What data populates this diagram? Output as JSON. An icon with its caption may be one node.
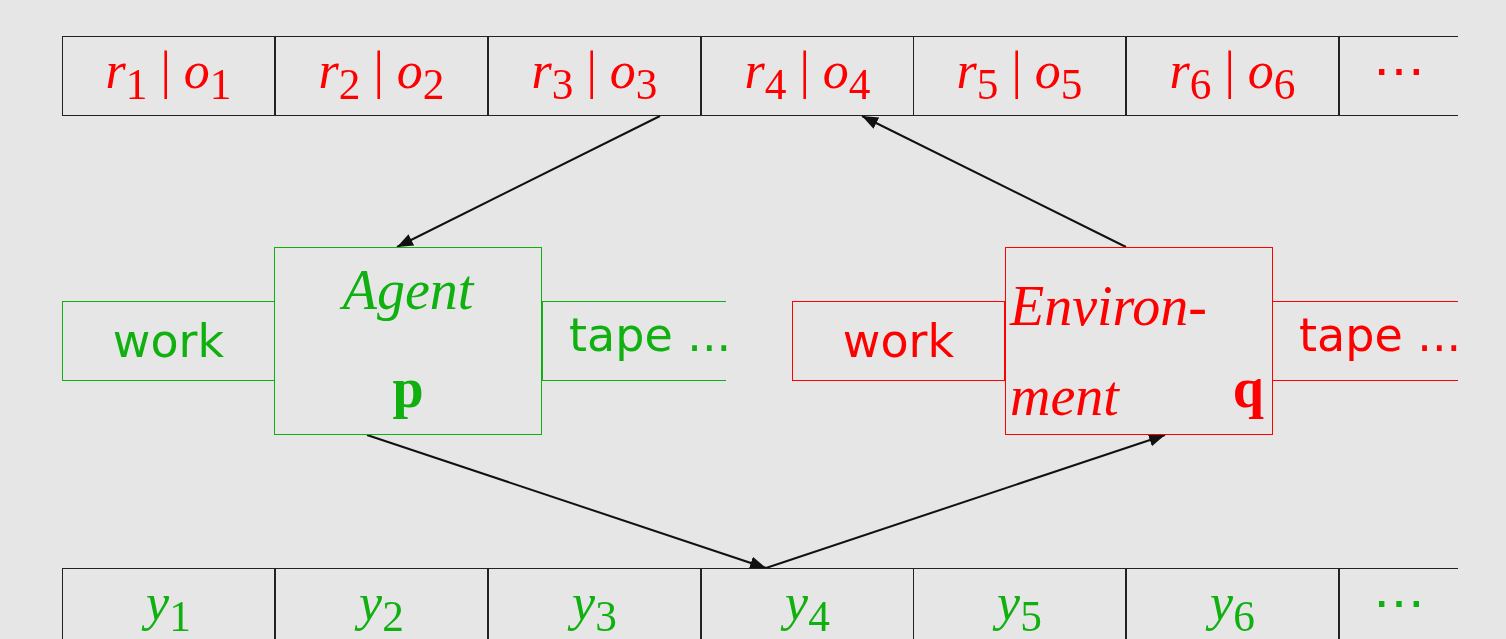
{
  "diagram": {
    "nodes": [
      {
        "text": [
          "*r*$_{1}$ | *o*$_{1}$"
        ]
      },
      {
        "text": [
          "*r*$_{2}$ | *o*$_{2}$"
        ]
      },
      {
        "text": [
          "*r*$_{3}$ | *o*$_{3}$"
        ]
      },
      {
        "text": [
          "*r*$_{4}$ | *o*$_{4}$"
        ]
      },
      {
        "text": [
          "*r*$_{5}$ | *o*$_{5}$"
        ]
      },
      {
        "text": [
          "*r*$_{6}$ | *o*$_{6}$"
        ]
      },
      {
        "text": [
          "⋯"
        ]
      },
      {
        "text": [
          "work"
        ]
      },
      {
        "text": [
          "Agent",
          "p"
        ]
      },
      {
        "text": [
          "tape ..."
        ]
      },
      {
        "text": [
          "work"
        ]
      },
      {
        "text": [
          "Environ-ment",
          "q"
        ]
      },
      {
        "text": [
          "tape ..."
        ]
      },
      {
        "text": [
          "*y*$_{1}$"
        ]
      },
      {
        "text": [
          "*y*$_{2}$"
        ]
      },
      {
        "text": [
          "*y*$_{3}$"
        ]
      },
      {
        "text": [
          "*y*$_{4}$"
        ]
      },
      {
        "text": [
          "*y*$_{5}$"
        ]
      },
      {
        "text": [
          "*y*$_{6}$"
        ]
      },
      {
        "text": [
          "⋯"
        ]
      }
    ],
    "edges": [
      {
        "from": 2,
        "to": 8,
        "arrow": "to"
      },
      {
        "from": 11,
        "to": 3,
        "arrow": "to"
      },
      {
        "from": 8,
        "to": 16,
        "arrow": "to"
      },
      {
        "from": 16,
        "to": 11,
        "arrow": "to"
      }
    ]
  }
}
